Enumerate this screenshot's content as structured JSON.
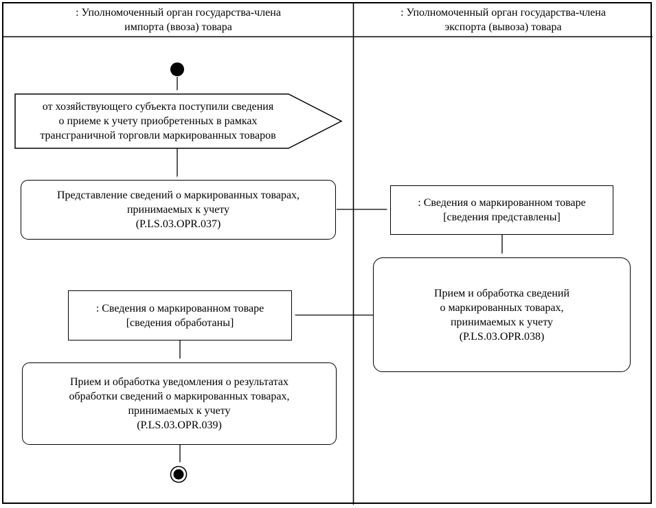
{
  "colors": {
    "line": "#000000",
    "background": "#ffffff"
  },
  "lanes": {
    "import": {
      "title_lines": [
        ": Уполномоченный орган государства-члена",
        "импорта (ввоза) товара"
      ]
    },
    "export": {
      "title_lines": [
        ": Уполномоченный орган государства-члена",
        "экспорта (вывоза) товара"
      ]
    }
  },
  "nodes": {
    "start": {
      "type": "initial-node"
    },
    "signal": {
      "type": "accept-event",
      "lines": [
        "от хозяйствующего субъекта поступили сведения",
        "о приеме к учету приобретенных в рамках",
        "трансграничной торговли маркированных товаров"
      ]
    },
    "action_037": {
      "type": "action",
      "lines": [
        "Представление сведений о маркированных товарах,",
        "принимаемых к учету",
        "(P.LS.03.OPR.037)"
      ]
    },
    "object_presented": {
      "type": "object",
      "lines": [
        ": Сведения о маркированном товаре",
        "[сведения представлены]"
      ]
    },
    "action_038": {
      "type": "action",
      "lines": [
        "Прием и обработка сведений",
        "о маркированных товарах,",
        "принимаемых к учету",
        "(P.LS.03.OPR.038)"
      ]
    },
    "object_processed": {
      "type": "object",
      "lines": [
        ": Сведения о маркированном товаре",
        "[сведения обработаны]"
      ]
    },
    "action_039": {
      "type": "action",
      "lines": [
        "Прием и обработка уведомления о результатах",
        "обработки сведений о маркированных товарах,",
        "принимаемых к учету",
        "(P.LS.03.OPR.039)"
      ]
    },
    "end": {
      "type": "activity-final-node"
    }
  }
}
